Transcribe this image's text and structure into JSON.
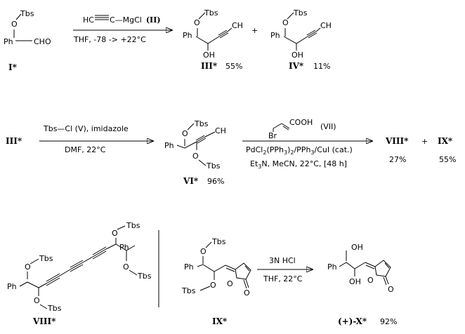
{
  "colors": {
    "ink": "#000000",
    "background": "#ffffff"
  },
  "row1": {
    "I": {
      "tbs": "Tbs",
      "ph": "Ph",
      "cho": "CHO",
      "label": "I*"
    },
    "reagent": {
      "grignard_left": "HC",
      "grignard_right": "C—MgCl",
      "roman": "(II)"
    },
    "conditions": "THF, -78 -> +22°C",
    "III": {
      "tbs": "Tbs",
      "ph": "Ph",
      "oh": "OH",
      "alkyne": "CH",
      "label": "III*",
      "yield": "55%"
    },
    "plus": "+",
    "IV": {
      "tbs": "Tbs",
      "ph": "Ph",
      "oh": "OH",
      "alkyne": "CH",
      "label": "IV*",
      "yield": "11%"
    }
  },
  "row2": {
    "start": "III*",
    "reagent": "Tbs—Cl  (V), imidazole",
    "conditions": "DMF,  22°C",
    "VI": {
      "tbs_top": "Tbs",
      "ph": "Ph",
      "tbs_bottom": "Tbs",
      "alkyne": "CH",
      "label": "VI*",
      "yield": "96%"
    },
    "acid": {
      "cooh": "COOH",
      "br": "Br",
      "roman": "(VII)"
    },
    "catalyst": "PdCl2(PPh3)2/PPh3/CuI (cat.)",
    "catalyst_parts": {
      "a": "PdCl",
      "a_sub": "2",
      "b": "(PPh",
      "b_sub": "3",
      "c": ")",
      "c_sub": "2",
      "d": "/PPh",
      "d_sub": "3",
      "e": "/CuI (cat.)"
    },
    "base": "Et3N, MeCN, 22°C, [48 h]",
    "base_parts": {
      "a": "Et",
      "a_sub": "3",
      "b": "N, MeCN,  22°C,  [48 h]"
    },
    "VIII": {
      "label": "VIII*",
      "yield": "27%"
    },
    "plus": "+",
    "IX": {
      "label": "IX*",
      "yield": "55%"
    }
  },
  "row3": {
    "VIII": {
      "tbs1": "Tbs",
      "tbs2": "Tbs",
      "tbs3": "Tbs",
      "tbs4": "Tbs",
      "ph1": "Ph",
      "ph2": "Ph",
      "label": "VIII*"
    },
    "IX": {
      "tbs1": "Tbs",
      "tbs2": "Tbs",
      "ph": "Ph",
      "o": "O",
      "label": "IX*"
    },
    "reagent": "3N HCl",
    "conditions": "THF, 22°C",
    "X": {
      "oh1": "OH",
      "oh2": "OH",
      "ph": "Ph",
      "o": "O",
      "label": "(+)-X*",
      "yield": "92%"
    }
  }
}
